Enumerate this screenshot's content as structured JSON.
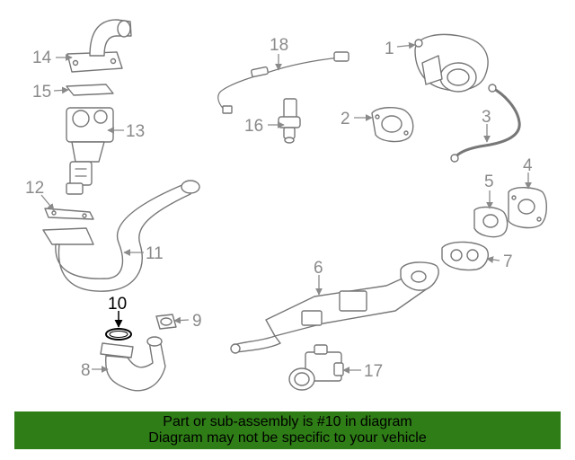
{
  "callouts": [
    "1",
    "2",
    "3",
    "4",
    "5",
    "6",
    "7",
    "8",
    "9",
    "10",
    "11",
    "12",
    "13",
    "14",
    "15",
    "16",
    "17",
    "18"
  ],
  "highlighted_callout": "10",
  "banner": {
    "line1": "Part or sub-assembly is #10 in diagram",
    "line2": "Diagram may not be specific to your vehicle",
    "color": "#2e7d16"
  },
  "colors": {
    "line": "#777777",
    "label": "#8a8a8a",
    "highlight": "#000000"
  }
}
